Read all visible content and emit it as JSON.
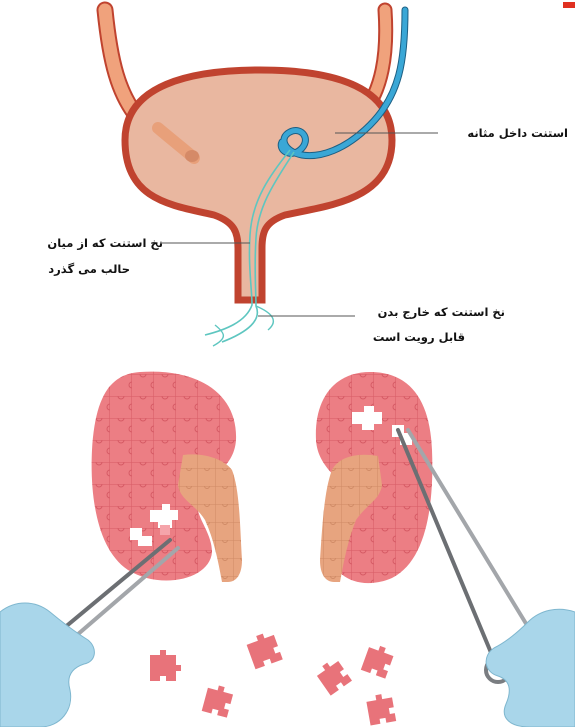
{
  "diagram": {
    "labels": {
      "stent_in_bladder": "استنت داخل مثانه",
      "thread_urethra_line1": "نخ  استنت که از میان",
      "thread_urethra_line2": "حالب می گذرد",
      "thread_outside_line1": "نخ استنت که خارج بدن",
      "thread_outside_line2": "قابل رویت است"
    },
    "colors": {
      "bladder_fill": "#e9b7a0",
      "bladder_wall": "#c0432f",
      "ureter": "#f0a27c",
      "stent": "#3aa7d6",
      "thread": "#5ec6c0",
      "kidney": "#ec7e84",
      "kidney_pelvis": "#e7a47f",
      "glove": "#a9d6ea",
      "forceps": "#8e9196"
    }
  }
}
